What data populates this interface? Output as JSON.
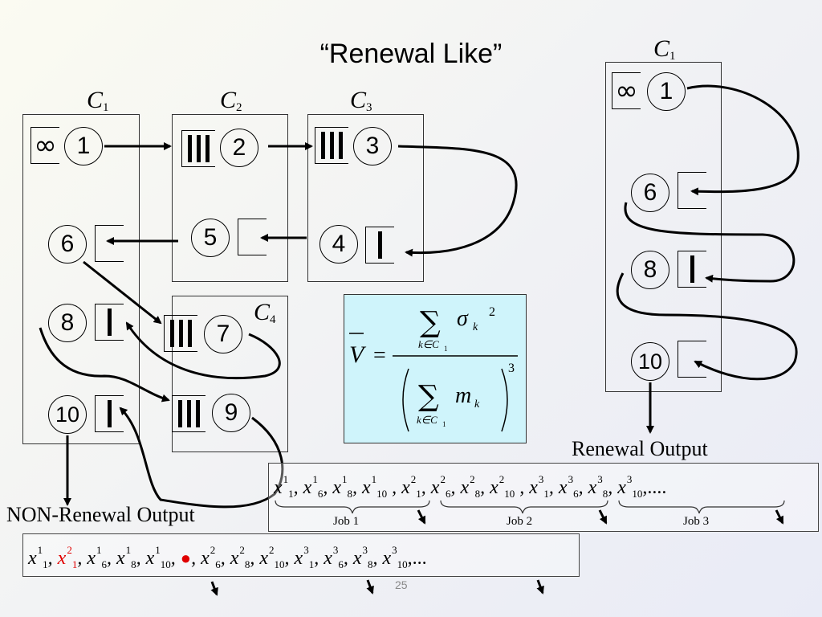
{
  "slide": {
    "title": "“Renewal Like”",
    "page_number": "25"
  },
  "left_network": {
    "stations": [
      {
        "name": "C",
        "sub": "1"
      },
      {
        "name": "C",
        "sub": "2"
      },
      {
        "name": "C",
        "sub": "3"
      },
      {
        "name": "C",
        "sub": "4"
      }
    ],
    "nodes": [
      "1",
      "2",
      "3",
      "4",
      "5",
      "6",
      "7",
      "8",
      "9",
      "10"
    ]
  },
  "right_network": {
    "station": {
      "name": "C",
      "sub": "1"
    },
    "nodes": [
      "1",
      "6",
      "8",
      "10"
    ]
  },
  "formula": {
    "lhs": "V",
    "equals": "=",
    "sum_symbol": "∑",
    "numerator_term": "σ",
    "numerator_sub": "k",
    "numerator_sup": "2",
    "sum_index": "k∈C",
    "sum_index_sub": "1",
    "denominator_term": "m",
    "denominator_sub": "k",
    "denominator_sup": "3"
  },
  "renewal_output": {
    "label": "Renewal Output",
    "jobs": [
      "Job 1",
      "Job 2",
      "Job 3"
    ]
  },
  "non_renewal_output": {
    "label": "NON-Renewal Output"
  },
  "symbols": {
    "infinity": "∞",
    "sequence_ellipsis": ",....",
    "sequence_end": ",..."
  }
}
